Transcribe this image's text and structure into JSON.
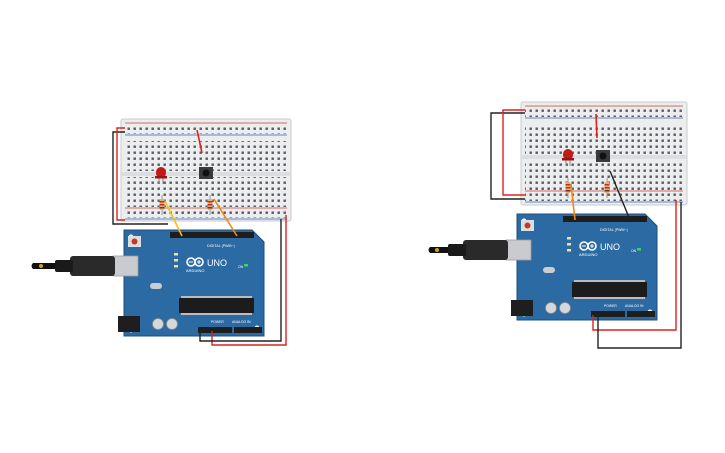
{
  "circuits": [
    {
      "id": "left",
      "board": {
        "model_label": "UNO",
        "brand_label": "ARDUINO",
        "digital_header_label": "DIGITAL (PWM~)",
        "power_header_label": "POWER",
        "analog_header_label": "ANALOG IN",
        "on_label": "ON"
      },
      "components": [
        "breadboard",
        "red-led",
        "pushbutton",
        "resistor",
        "resistor",
        "usb-cable",
        "arduino-uno"
      ],
      "wire_colors": {
        "power": "#e0201c",
        "ground": "#222222",
        "signal_led": "#f3c012",
        "signal_button": "#ee8a16"
      }
    },
    {
      "id": "right",
      "board": {
        "model_label": "UNO",
        "brand_label": "ARDUINO",
        "digital_header_label": "DIGITAL (PWM~)",
        "power_header_label": "POWER",
        "analog_header_label": "ANALOG IN",
        "on_label": "ON"
      },
      "components": [
        "breadboard",
        "red-led",
        "pushbutton",
        "resistor",
        "resistor",
        "usb-cable",
        "arduino-uno"
      ],
      "wire_colors": {
        "power": "#e0201c",
        "ground": "#222222",
        "signal_led": "#ee8a16",
        "signal_button": "#222222"
      }
    }
  ],
  "colors": {
    "board": "#2b6aa3",
    "board_edge": "#1d4f7d",
    "breadboard": "#ecedee",
    "rail_red": "#d43a36",
    "rail_blue": "#3a66b0",
    "led": "#c41a17"
  }
}
